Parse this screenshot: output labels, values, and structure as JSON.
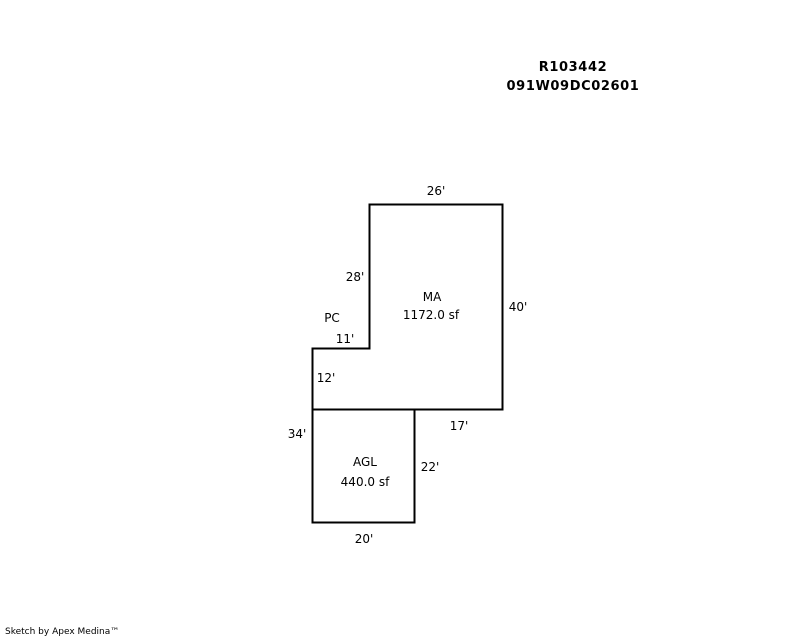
{
  "header": {
    "parcel_id": "R103442",
    "map_number": "091W09DC02601"
  },
  "sketch": {
    "areas": [
      {
        "code": "MA",
        "area": "1172.0 sf"
      },
      {
        "code": "AGL",
        "area": "440.0 sf"
      }
    ],
    "labels": {
      "pc": "PC"
    },
    "dimensions": {
      "ma_top": "26'",
      "ma_right": "40'",
      "ma_left_upper": "28'",
      "ma_step": "11'",
      "ma_left_lower": "12'",
      "ma_bottom": "17'",
      "agl_left": "34'",
      "agl_right": "22'",
      "agl_bottom": "20'"
    }
  },
  "footer": {
    "credit": "Sketch by Apex Medina™"
  }
}
